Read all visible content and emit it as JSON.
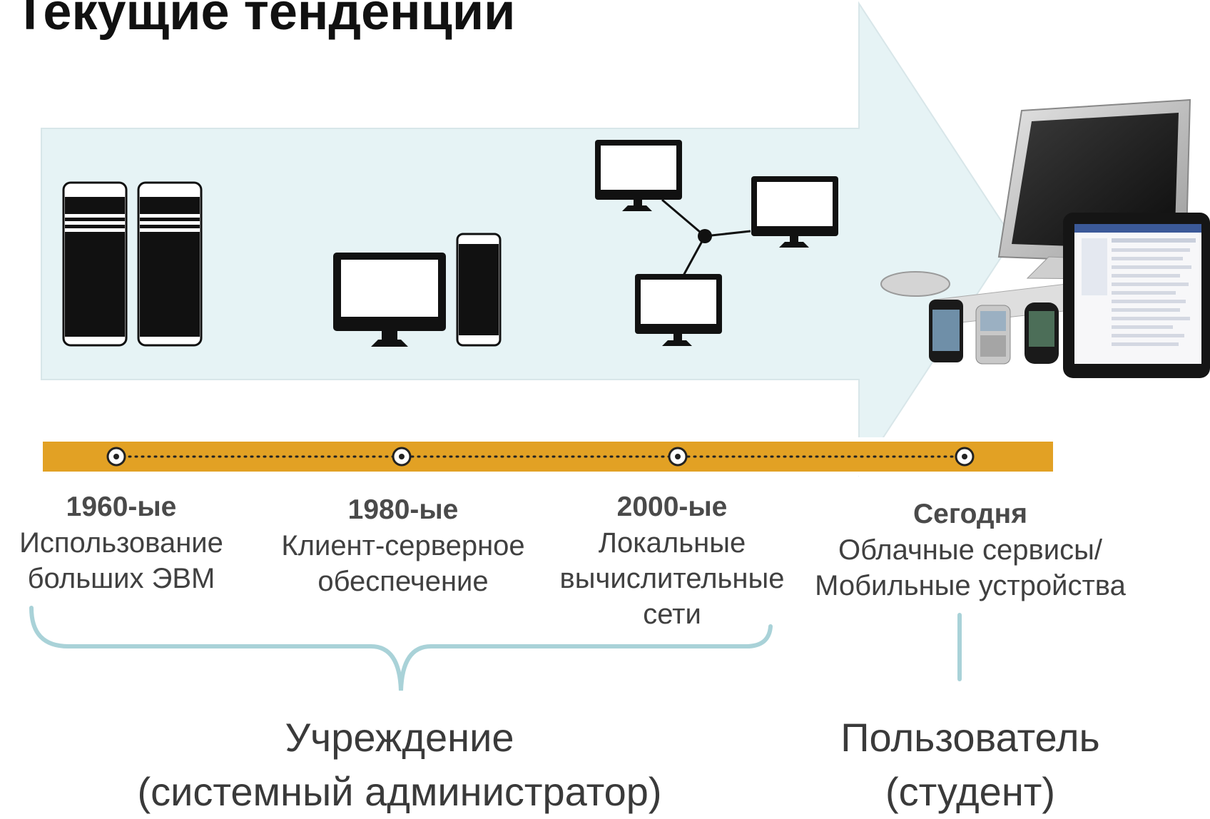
{
  "title": "Текущие тенденции",
  "colors": {
    "arrow_fill": "#e6f3f5",
    "timeline_bar": "#e2a124",
    "bracket": "#a9d2d8",
    "icon": "#111111"
  },
  "timeline": [
    {
      "year": "1960-ые",
      "description": "Использование больших ЭВМ",
      "icon": "mainframe-icon"
    },
    {
      "year": "1980-ые",
      "description": "Клиент-серверное обеспечение",
      "icon": "client-server-icon"
    },
    {
      "year": "2000-ые",
      "description": "Локальные вычислительные сети",
      "icon": "network-icon"
    },
    {
      "year": "Сегодня",
      "description": "Облачные сервисы/ Мобильные устройства",
      "icon": "devices-icon"
    }
  ],
  "groups": {
    "institution": {
      "line1": "Учреждение",
      "line2": "(системный администратор)"
    },
    "user": {
      "line1": "Пользователь",
      "line2": "(студент)"
    }
  }
}
